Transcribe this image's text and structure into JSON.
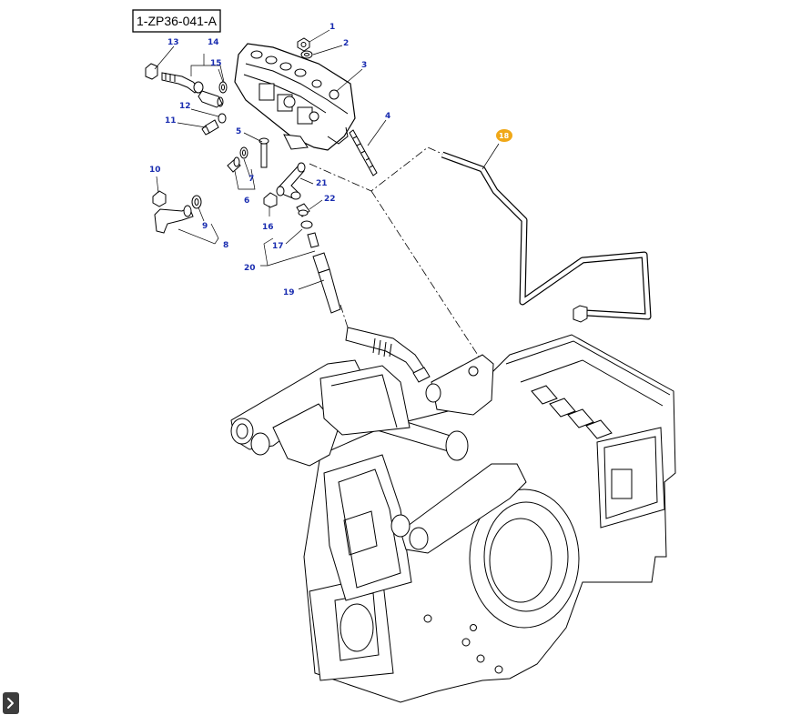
{
  "diagram": {
    "title": "1-ZP36-041-A",
    "highlight_color": "#f0a818",
    "label_color": "#1a2db0",
    "parts": [
      {
        "id": "1",
        "label": "1",
        "highlighted": false
      },
      {
        "id": "2",
        "label": "2",
        "highlighted": false
      },
      {
        "id": "3",
        "label": "3",
        "highlighted": false
      },
      {
        "id": "4",
        "label": "4",
        "highlighted": false
      },
      {
        "id": "5",
        "label": "5",
        "highlighted": false
      },
      {
        "id": "6",
        "label": "6",
        "highlighted": false
      },
      {
        "id": "7",
        "label": "7",
        "highlighted": false
      },
      {
        "id": "8",
        "label": "8",
        "highlighted": false
      },
      {
        "id": "9",
        "label": "9",
        "highlighted": false
      },
      {
        "id": "10",
        "label": "10",
        "highlighted": false
      },
      {
        "id": "11",
        "label": "11",
        "highlighted": false
      },
      {
        "id": "12",
        "label": "12",
        "highlighted": false
      },
      {
        "id": "13",
        "label": "13",
        "highlighted": false
      },
      {
        "id": "14",
        "label": "14",
        "highlighted": false
      },
      {
        "id": "15",
        "label": "15",
        "highlighted": false
      },
      {
        "id": "16",
        "label": "16",
        "highlighted": false
      },
      {
        "id": "17",
        "label": "17",
        "highlighted": false
      },
      {
        "id": "18",
        "label": "18",
        "highlighted": true
      },
      {
        "id": "19",
        "label": "19",
        "highlighted": false
      },
      {
        "id": "20",
        "label": "20",
        "highlighted": false
      },
      {
        "id": "21",
        "label": "21",
        "highlighted": false
      },
      {
        "id": "22",
        "label": "22",
        "highlighted": false
      }
    ]
  },
  "controls": {
    "expand_icon": "chevron-right-icon"
  }
}
